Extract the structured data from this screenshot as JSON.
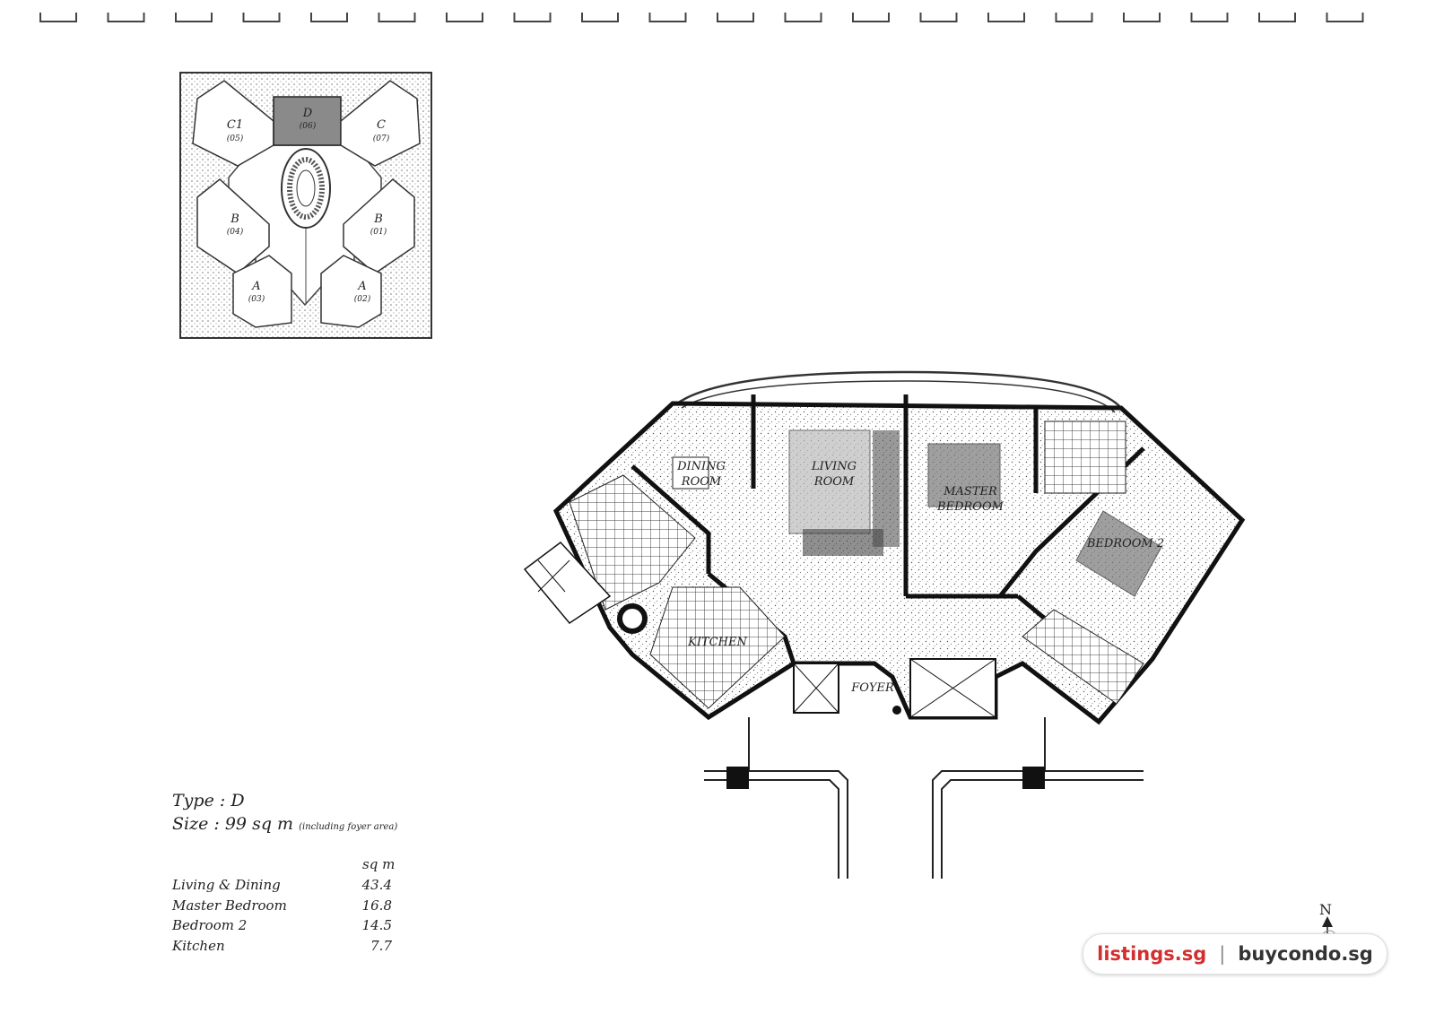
{
  "keyplan": {
    "units": [
      {
        "letter": "C1",
        "num": "(05)"
      },
      {
        "letter": "D",
        "num": "(06)"
      },
      {
        "letter": "C",
        "num": "(07)"
      },
      {
        "letter": "B",
        "num": "(04)"
      },
      {
        "letter": "B",
        "num": "(01)"
      },
      {
        "letter": "A",
        "num": "(03)"
      },
      {
        "letter": "A",
        "num": "(02)"
      }
    ],
    "highlight_color": "#8a8a8a"
  },
  "floorplan": {
    "rooms": {
      "dining": [
        "DINING",
        "ROOM"
      ],
      "living": [
        "LIVING",
        "ROOM"
      ],
      "master": [
        "MASTER",
        "BEDROOM"
      ],
      "bedroom2": "BEDROOM 2",
      "kitchen": "KITCHEN",
      "foyer": "FOYER"
    }
  },
  "info": {
    "type_label": "Type :",
    "type_value": "D",
    "size_label": "Size",
    "size_value": ": 99 sq m",
    "size_note": "(including foyer area)",
    "unit_header": "sq m",
    "areas": [
      {
        "name": "Living & Dining",
        "value": "43.4"
      },
      {
        "name": "Master Bedroom",
        "value": "16.8"
      },
      {
        "name": "Bedroom 2",
        "value": "14.5"
      },
      {
        "name": "Kitchen",
        "value": "7.7"
      }
    ]
  },
  "compass": {
    "label": "N"
  },
  "badge": {
    "site1": "listings.sg",
    "separator": "|",
    "site2": "buycondo.sg"
  }
}
